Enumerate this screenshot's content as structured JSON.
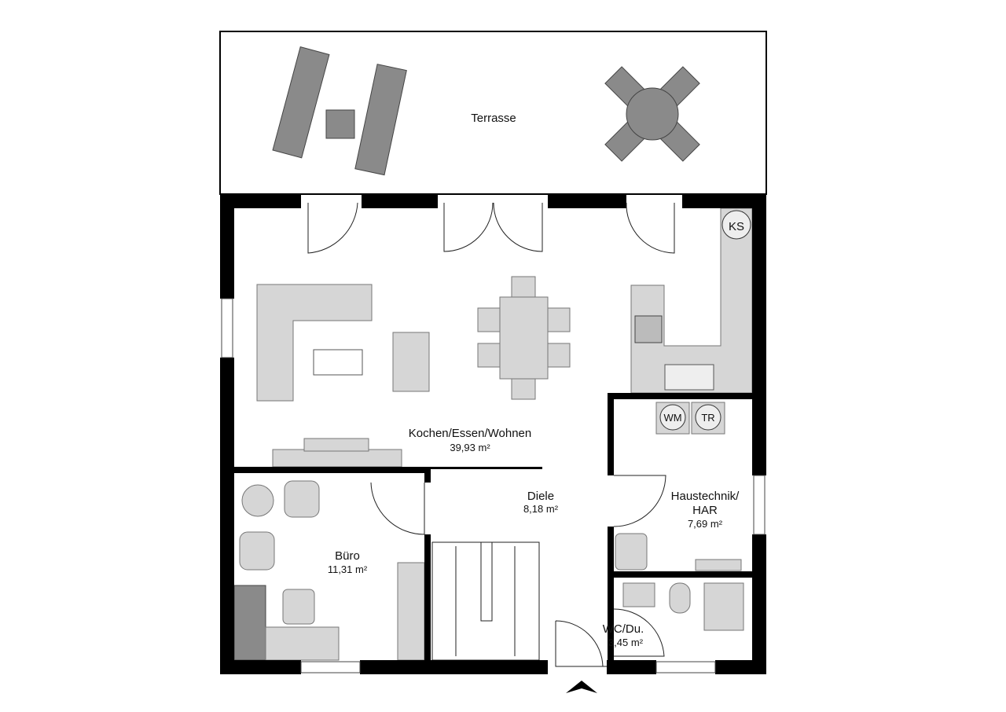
{
  "rooms": {
    "terrace": {
      "name": "Terrasse"
    },
    "living": {
      "name": "Kochen/Essen/Wohnen",
      "area": "39,93 m²"
    },
    "hall": {
      "name": "Diele",
      "area": "8,18 m²"
    },
    "utility": {
      "name_line1": "Haustechnik/",
      "name_line2": "HAR",
      "area": "7,69 m²"
    },
    "office": {
      "name": "Büro",
      "area": "11,31 m²"
    },
    "bath": {
      "name": "WC/Du.",
      "area": "3,45 m²"
    }
  },
  "appliances": {
    "fridge": "KS",
    "washer": "WM",
    "dryer": "TR"
  },
  "colors": {
    "wall": "#000000",
    "furniture": "#d6d6d6",
    "furniture_dark": "#8a8a8a"
  }
}
